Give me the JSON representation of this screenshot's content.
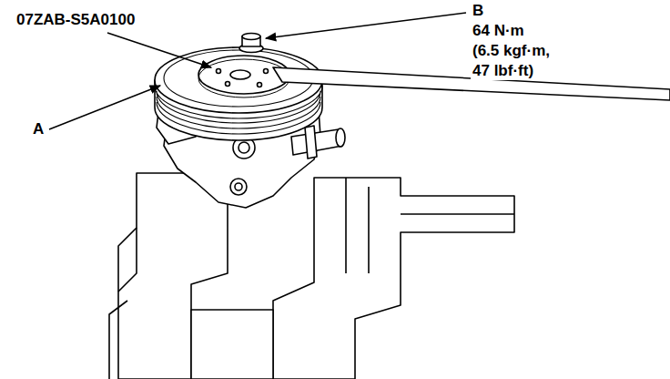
{
  "diagram": {
    "labels": [
      "07ZAB-S5A0100",
      "B",
      "64 N·m",
      "(6.5 kgf·m,",
      "47 lbf·ft)",
      "A"
    ]
  }
}
